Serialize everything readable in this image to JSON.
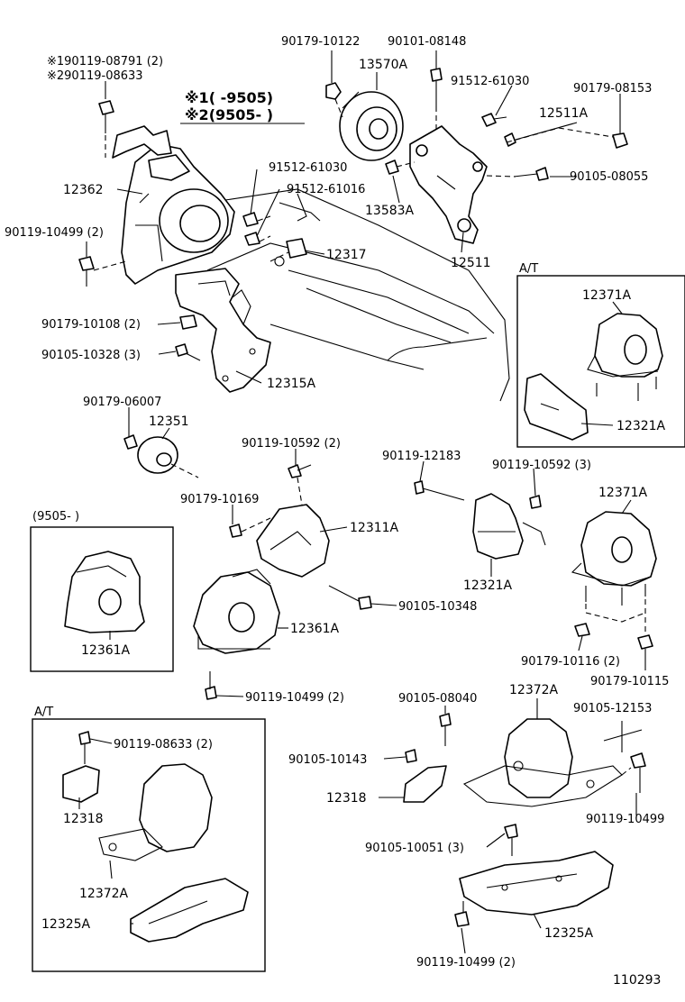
{
  "labels": {
    "l_190119_08791": "※190119-08791 (2)",
    "l_290119_08633": "※290119-08633",
    "note1": "※1(        -9505)",
    "note2": "※2(9505-          )",
    "l_90179_10122": "90179-10122",
    "l_90101_08148": "90101-08148",
    "l_13570A": "13570A",
    "l_91512_61030_top": "91512-61030",
    "l_90179_08153": "90179-08153",
    "l_12511A": "12511A",
    "l_90105_08055": "90105-08055",
    "l_13583A": "13583A",
    "l_12511": "12511",
    "l_12362": "12362",
    "l_91512_61030_mid": "91512-61030",
    "l_91512_61016": "91512-61016",
    "l_90119_10499_2a": "90119-10499 (2)",
    "l_12317": "12317",
    "l_at1": "A/T",
    "l_12371A_top": "12371A",
    "l_90179_10108": "90179-10108 (2)",
    "l_90105_10328": "90105-10328 (3)",
    "l_12315A": "12315A",
    "l_12321A_top": "12321A",
    "l_90179_06007": "90179-06007",
    "l_12351": "12351",
    "l_90119_10592_2": "90119-10592 (2)",
    "l_90119_12183": "90119-12183",
    "l_90119_10592_3": "90119-10592 (3)",
    "l_12371A_mid": "12371A",
    "l_9505": "(9505-          )",
    "l_90179_10169": "90179-10169",
    "l_12311A": "12311A",
    "l_12321A_mid": "12321A",
    "l_90105_10348": "90105-10348",
    "l_12361A_box": "12361A",
    "l_12361A": "12361A",
    "l_90179_10116": "90179-10116 (2)",
    "l_90179_10115": "90179-10115",
    "l_90119_10499_2b": "90119-10499 (2)",
    "l_at2": "A/T",
    "l_90105_08040": "90105-08040",
    "l_12372A_top": "12372A",
    "l_90105_12153": "90105-12153",
    "l_90119_08633_2": "90119-08633 (2)",
    "l_90105_10143": "90105-10143",
    "l_12318_box": "12318",
    "l_12318": "12318",
    "l_90119_10499_r": "90119-10499",
    "l_12372A_box": "12372A",
    "l_90105_10051": "90105-10051 (3)",
    "l_12325A_box": "12325A",
    "l_12325A": "12325A",
    "l_90119_10499_2c": "90119-10499 (2)",
    "l_110293": "110293"
  }
}
